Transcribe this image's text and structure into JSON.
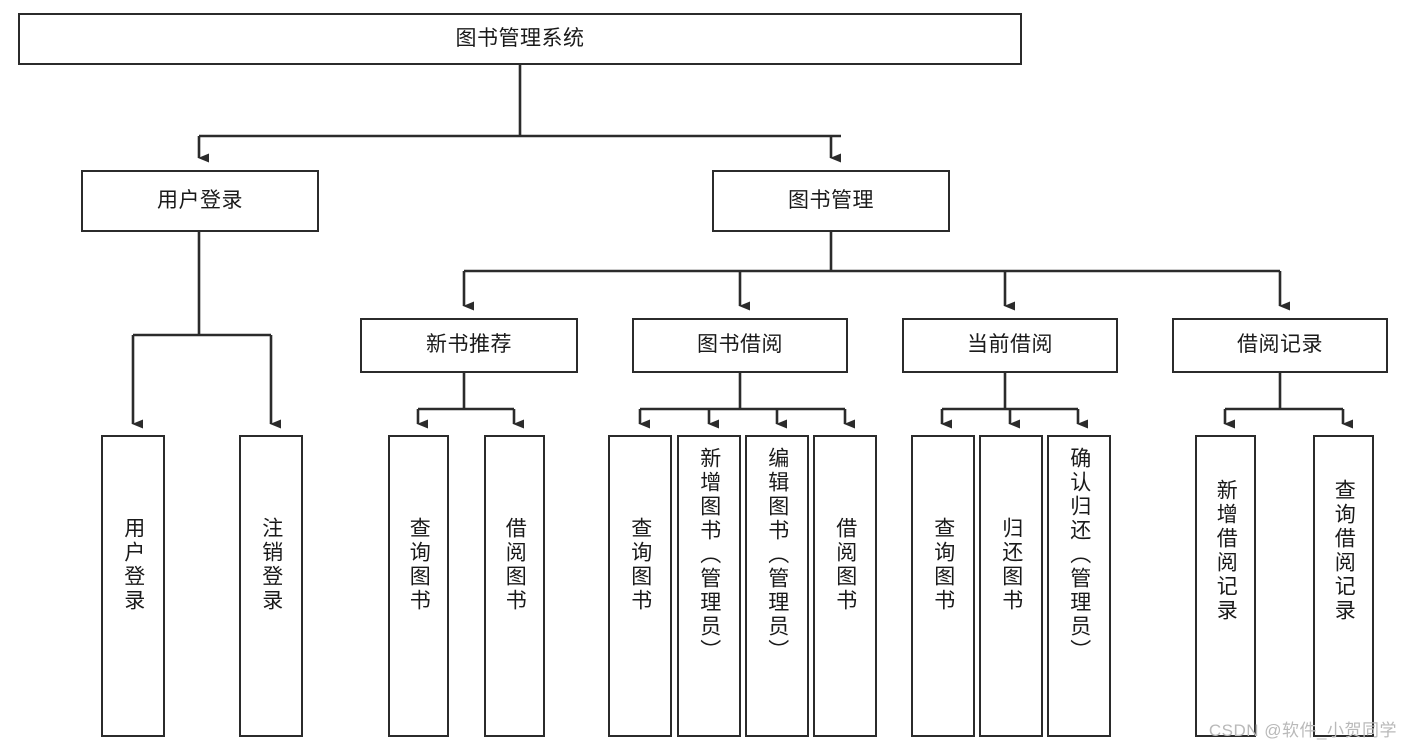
{
  "diagram": {
    "title": "图书管理系统",
    "type": "hierarchy-tree",
    "background_color": "#ffffff",
    "line_color": "#2b2b2b",
    "text_color": "#1a1a1a",
    "watermark": "CSDN @软件_小贺同学"
  },
  "nodes": {
    "root": {
      "label": "图书管理系统"
    },
    "level2": [
      {
        "label": "用户登录"
      },
      {
        "label": "图书管理"
      }
    ],
    "level3": [
      {
        "label": "新书推荐"
      },
      {
        "label": "图书借阅"
      },
      {
        "label": "当前借阅"
      },
      {
        "label": "借阅记录"
      }
    ],
    "leaves": {
      "user_login": [
        {
          "label": "用户登录"
        },
        {
          "label": "注销登录"
        }
      ],
      "new_book_recommend": [
        {
          "label": "查询图书"
        },
        {
          "label": "借阅图书"
        }
      ],
      "book_borrow": [
        {
          "label": "查询图书"
        },
        {
          "label": "新增图书（管理员）"
        },
        {
          "label": "编辑图书（管理员）"
        },
        {
          "label": "借阅图书"
        }
      ],
      "current_borrow": [
        {
          "label": "查询图书"
        },
        {
          "label": "归还图书"
        },
        {
          "label": "确认归还（管理员）"
        }
      ],
      "borrow_record": [
        {
          "label": "新增借阅记录"
        },
        {
          "label": "查询借阅记录"
        }
      ]
    }
  }
}
